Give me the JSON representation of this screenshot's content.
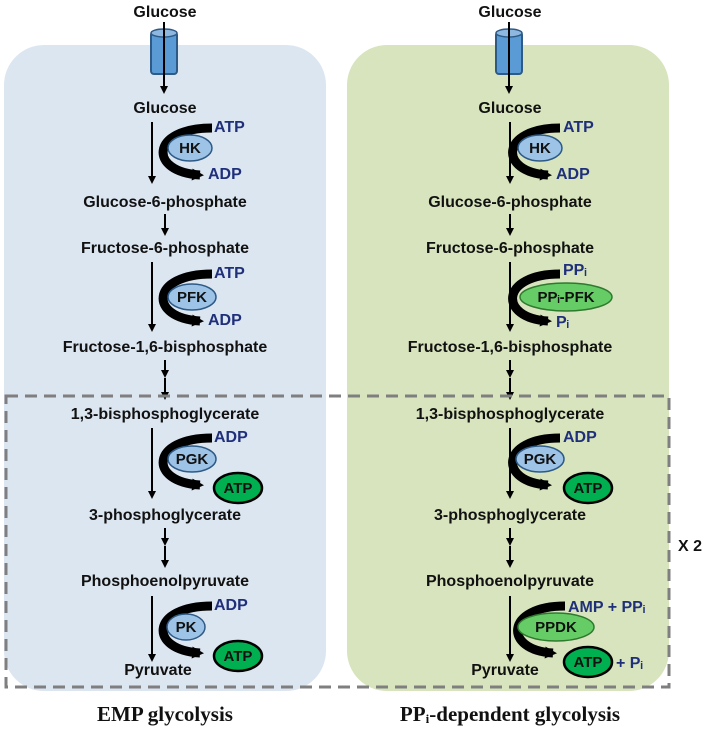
{
  "left": {
    "title": "EMP glycolysis",
    "external_glucose": "Glucose",
    "metabolites": {
      "glucose": "Glucose",
      "g6p": "Glucose-6-phosphate",
      "f6p": "Fructose-6-phosphate",
      "f16bp": "Fructose-1,6-bisphosphate",
      "bpg13": "1,3-bisphosphoglycerate",
      "pg3": "3-phosphoglycerate",
      "pep": "Phosphoenolpyruvate",
      "pyruvate": "Pyruvate"
    },
    "steps": {
      "hk": {
        "enzyme": "HK",
        "in": "ATP",
        "out": "ADP"
      },
      "pfk": {
        "enzyme": "PFK",
        "in": "ATP",
        "out": "ADP"
      },
      "pgk": {
        "enzyme": "PGK",
        "in": "ADP",
        "out": "ATP"
      },
      "pk": {
        "enzyme": "PK",
        "in": "ADP",
        "out": "ATP"
      }
    }
  },
  "right": {
    "title": "PPᵢ-dependent glycolysis",
    "external_glucose": "Glucose",
    "metabolites": {
      "glucose": "Glucose",
      "g6p": "Glucose-6-phosphate",
      "f6p": "Fructose-6-phosphate",
      "f16bp": "Fructose-1,6-bisphosphate",
      "bpg13": "1,3-bisphosphoglycerate",
      "pg3": "3-phosphoglycerate",
      "pep": "Phosphoenolpyruvate",
      "pyruvate": "Pyruvate"
    },
    "steps": {
      "hk": {
        "enzyme": "HK",
        "in": "ATP",
        "out": "ADP"
      },
      "pfk": {
        "enzyme": "PPᵢ-PFK",
        "in": "PPᵢ",
        "out": "Pᵢ"
      },
      "pgk": {
        "enzyme": "PGK",
        "in": "ADP",
        "out": "ATP"
      },
      "ppdk": {
        "enzyme": "PPDK",
        "in": "AMP + PPᵢ",
        "out": "ATP",
        "out_extra": "+ Pᵢ"
      }
    }
  },
  "multiplier": "X 2",
  "colors": {
    "emp_panel": "#dce6f1",
    "ppi_panel": "#d7e4bd",
    "enzyme_blue": "#9dc3e6",
    "enzyme_green": "#66cc66",
    "atp_green": "#00b050",
    "cofactor_text": "#1f2f7a",
    "transporter": "#5b9bd5"
  }
}
